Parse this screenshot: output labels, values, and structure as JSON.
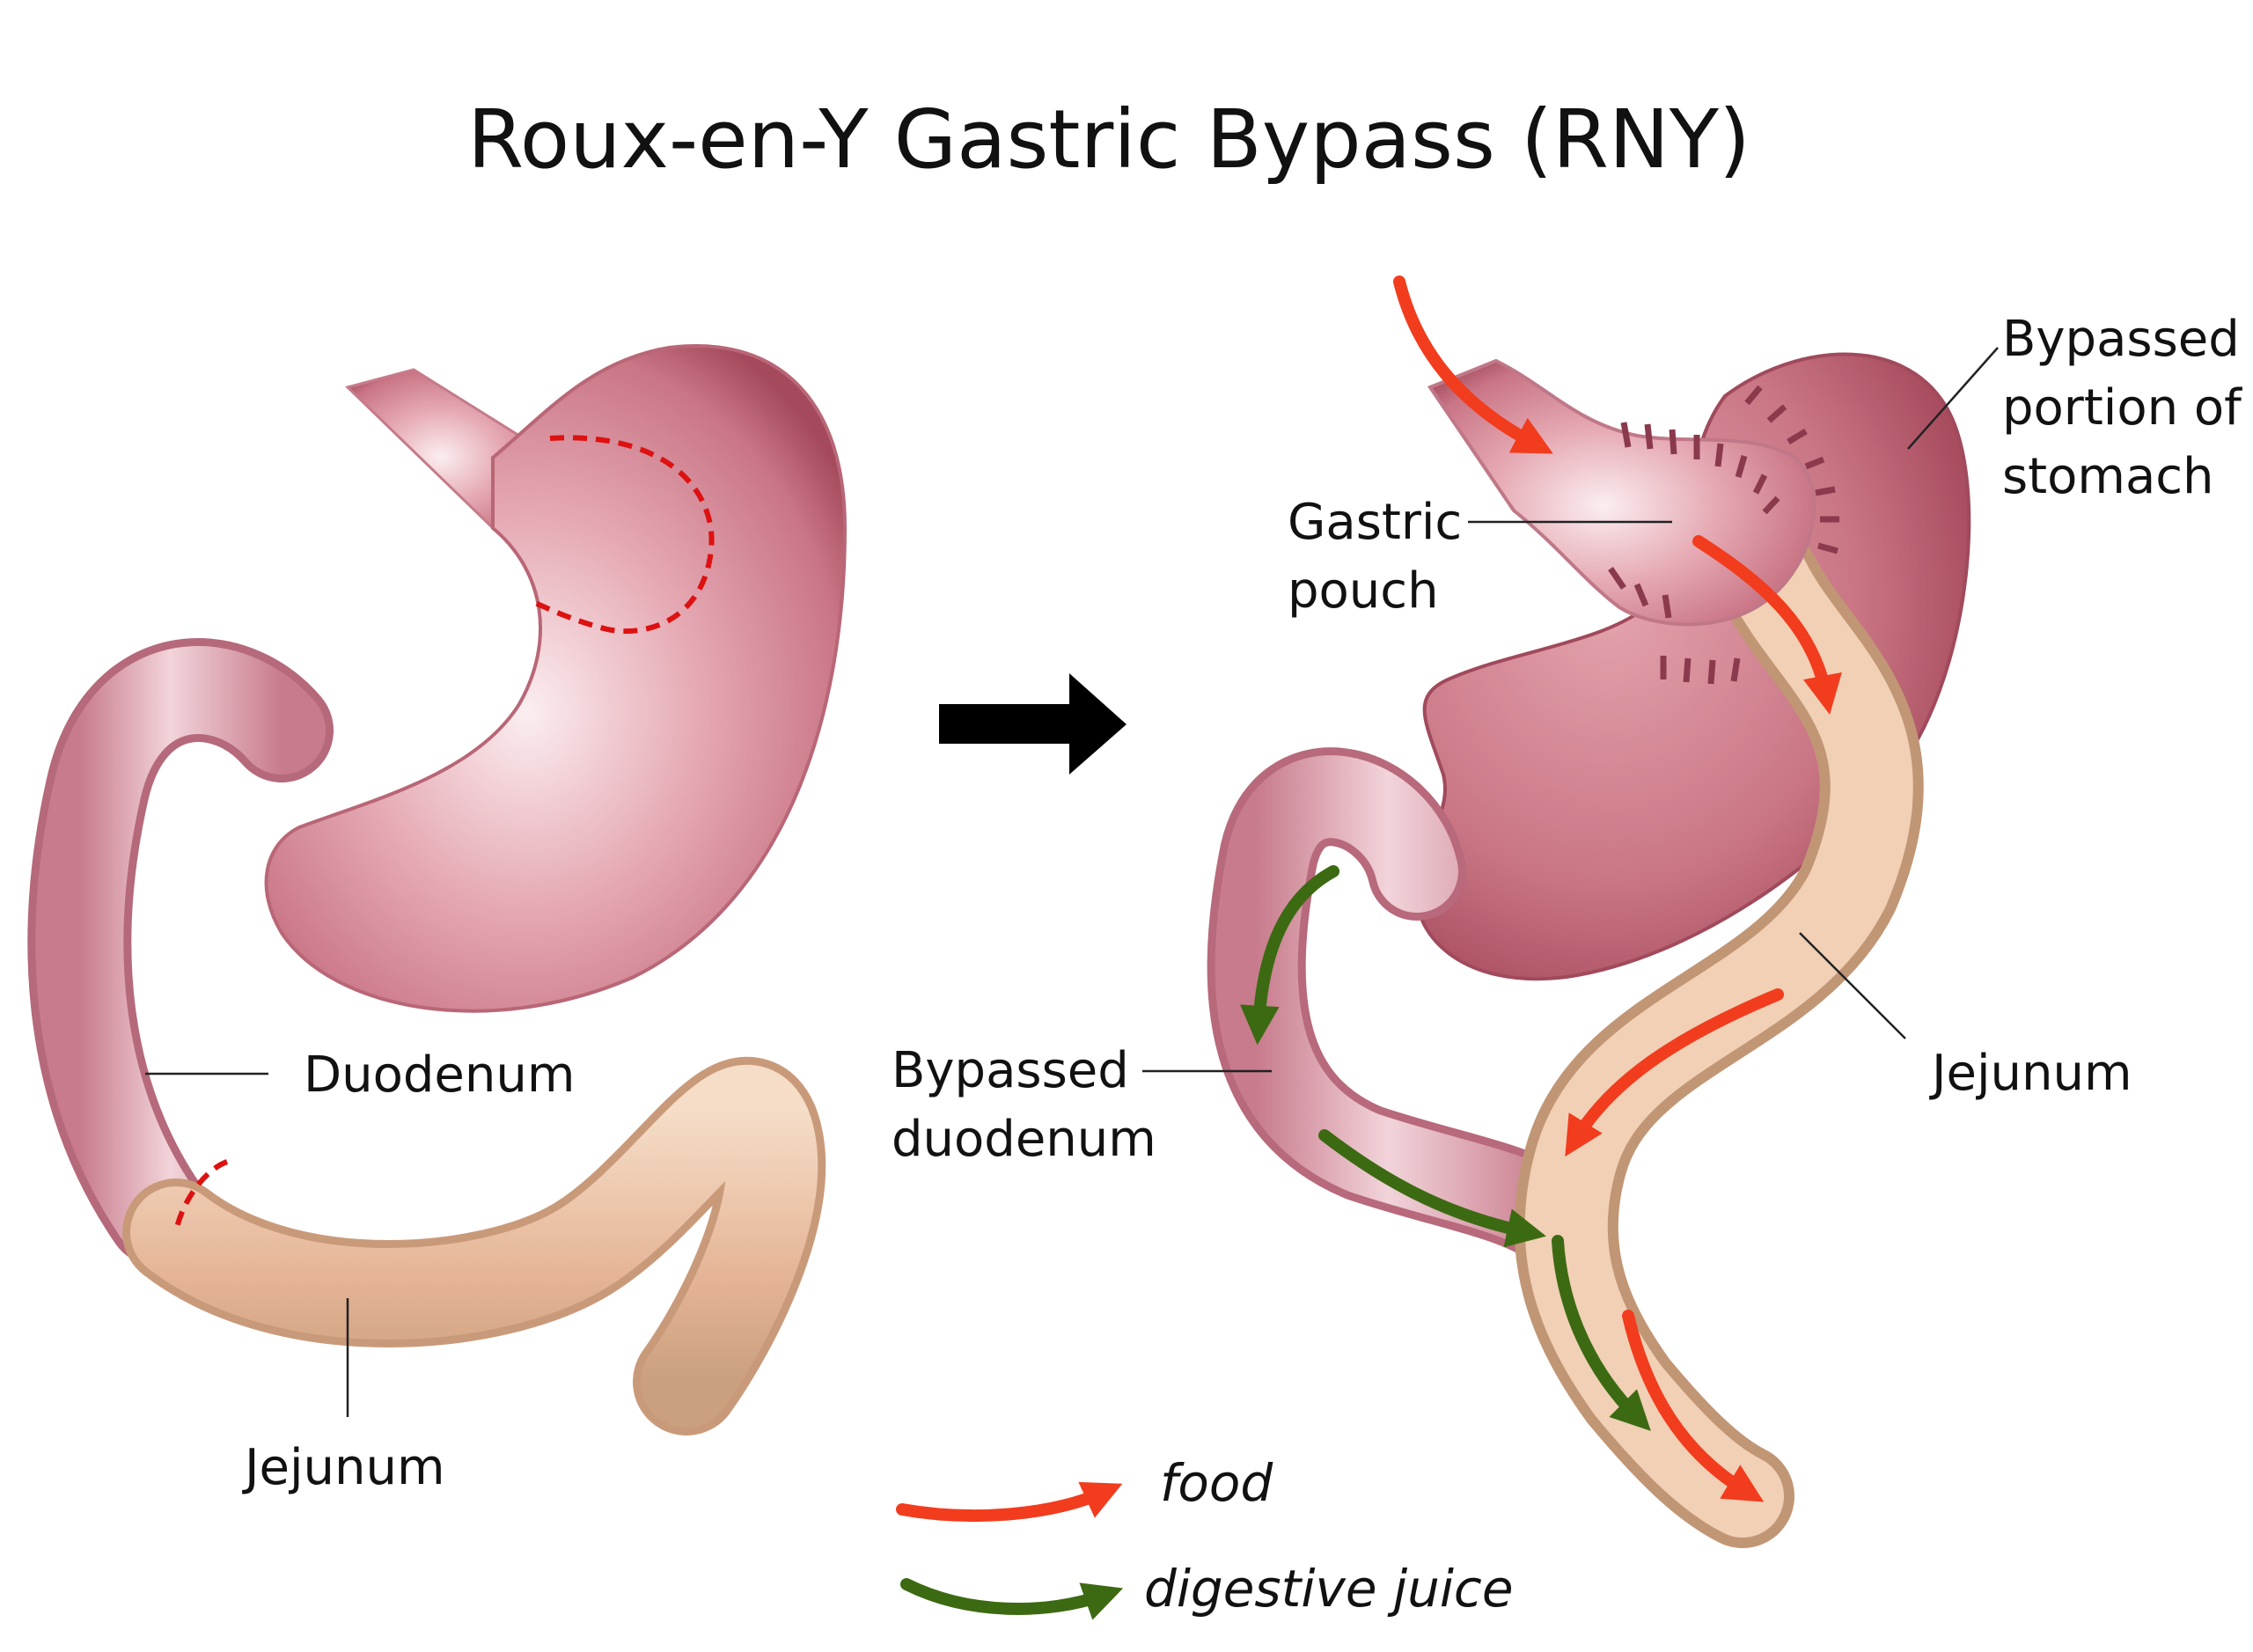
{
  "title": "Roux-en-Y Gastric Bypass (RNY)",
  "before": {
    "duodenum": "Duodenum",
    "jejunum": "Jejunum"
  },
  "after": {
    "gastric_pouch": [
      "Gastric",
      "pouch"
    ],
    "bypassed_stomach": [
      "Bypassed",
      "portion of",
      "stomach"
    ],
    "bypassed_duodenum": [
      "Bypassed",
      "duodenum"
    ],
    "jejunum": "Jejunum"
  },
  "legend": {
    "food": "food",
    "digestive_juice": "digestive juice"
  },
  "colors": {
    "stomach": "#d98f9c",
    "stomach_dark": "#a84a5c",
    "jejunum": "#e7b99c",
    "food_arrow": "#f23c1e",
    "juice_arrow": "#3c6a12",
    "cut_line": "#dd1111",
    "staple": "#8a3a4c"
  },
  "icons": {
    "transition": "right-arrow-icon",
    "food": "red-curved-arrow-icon",
    "juice": "green-curved-arrow-icon"
  }
}
